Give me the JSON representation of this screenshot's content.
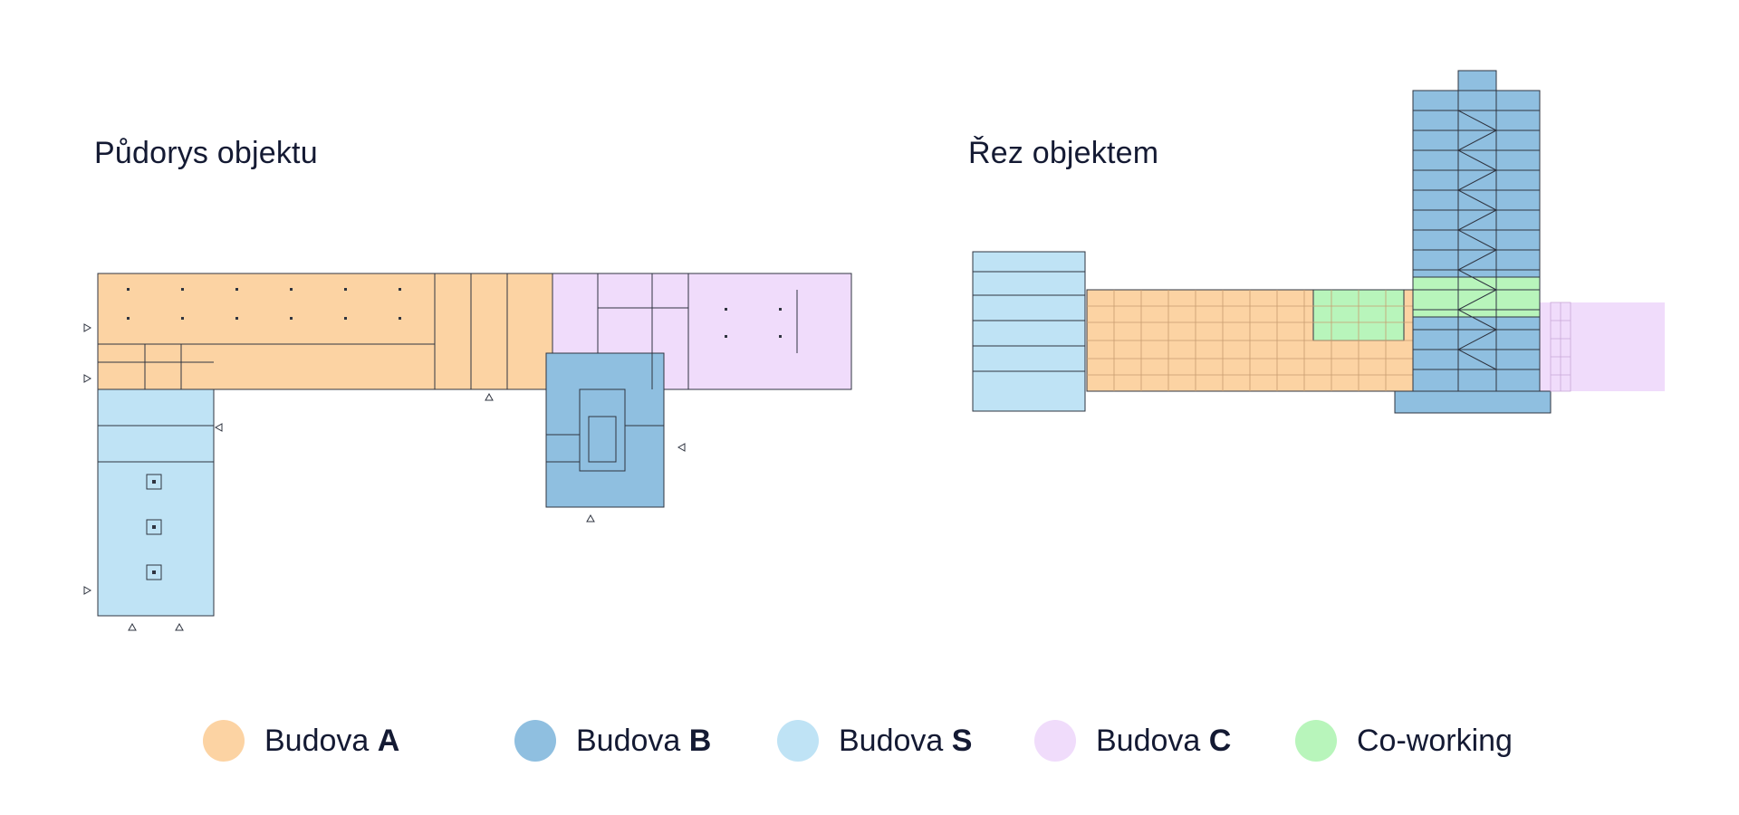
{
  "plan_title": "Půdorys objektu",
  "section_title": "Řez objektem",
  "colors": {
    "budova_a": "#fcd3a3",
    "budova_b": "#8fbfe0",
    "budova_s": "#bfe3f5",
    "budova_c": "#f0dcfb",
    "coworking": "#b8f5bb",
    "line": "#2f3440",
    "text": "#141a33"
  },
  "legend": [
    {
      "prefix": "Budova ",
      "bold": "A",
      "color": "#fcd3a3"
    },
    {
      "prefix": "Budova ",
      "bold": "B",
      "color": "#8fbfe0"
    },
    {
      "prefix": "Budova ",
      "bold": "S",
      "color": "#bfe3f5"
    },
    {
      "prefix": "Budova ",
      "bold": "C",
      "color": "#f0dcfb"
    },
    {
      "prefix": "Co-working",
      "bold": "",
      "color": "#b8f5bb"
    }
  ]
}
